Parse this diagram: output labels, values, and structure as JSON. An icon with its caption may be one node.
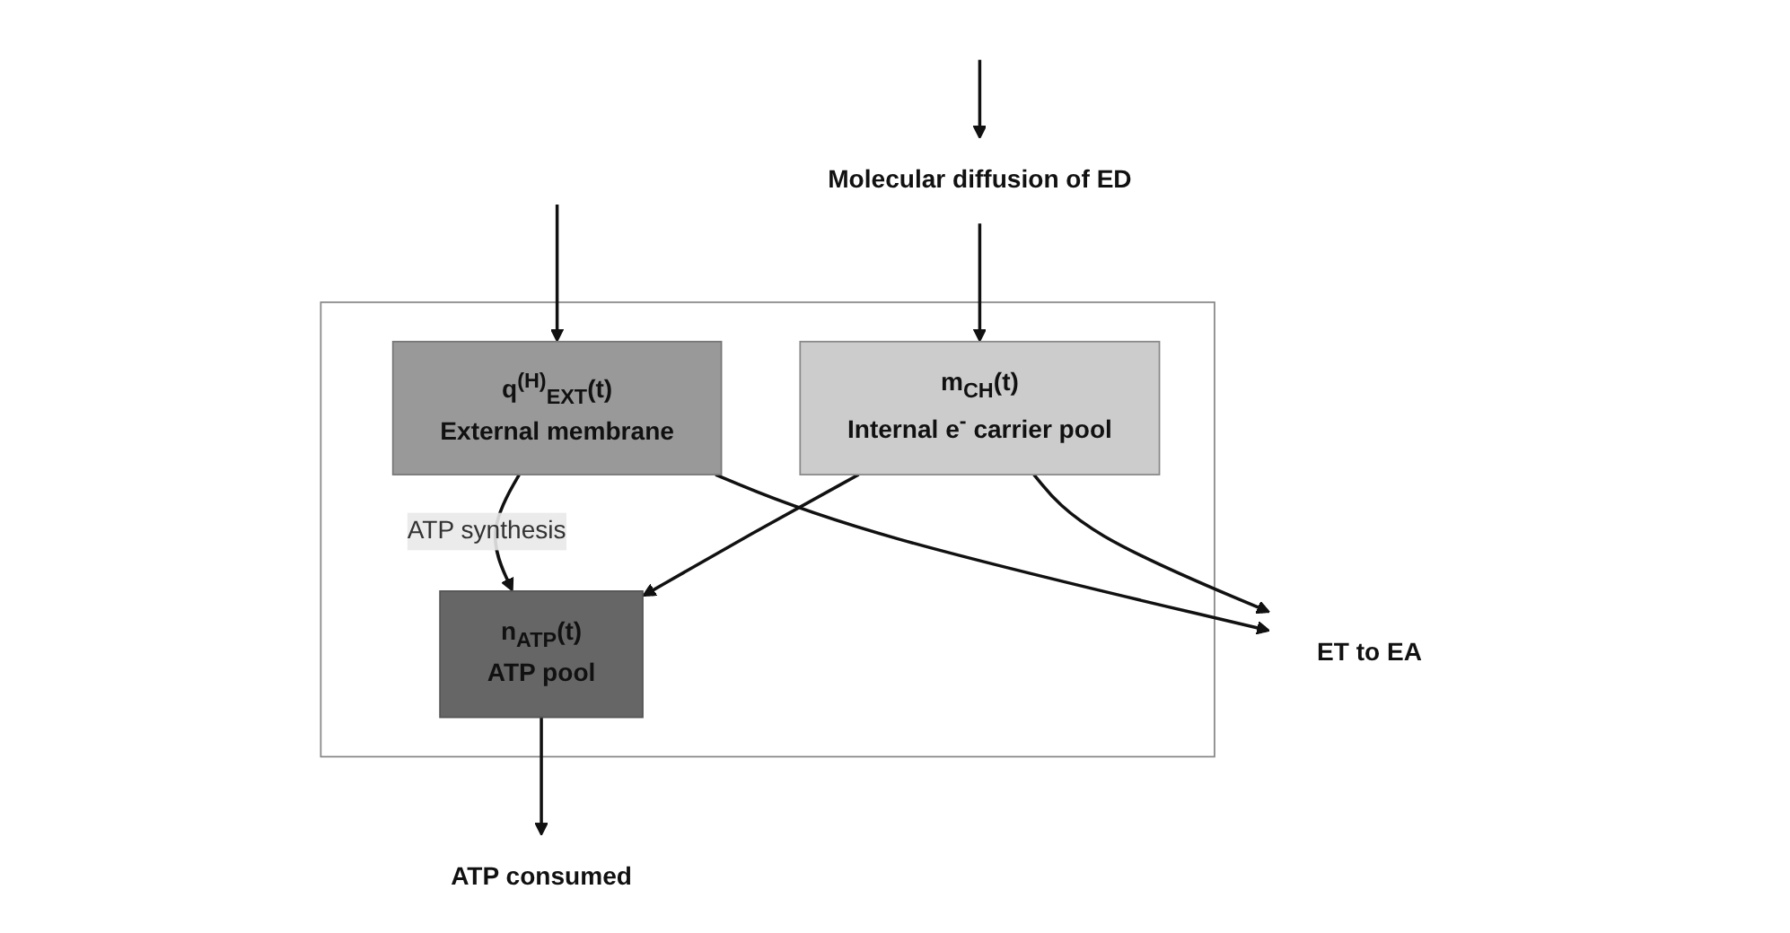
{
  "diagram": {
    "nodes": [
      {
        "text": [],
        "shape": "box"
      },
      {
        "text": [
          "Molecular diffusion of ED"
        ]
      },
      {
        "text": [
          "q$^{(H)}$$_{EXT}$(t)",
          "External membrane"
        ],
        "in": 0
      },
      {
        "text": [
          "m$_{CH}$(t)",
          "Internal e$^{-}$ carrier pool"
        ],
        "in": 0
      },
      {
        "text": [
          "n$_{ATP}$(t)",
          "ATP pool"
        ],
        "in": 0
      },
      {
        "text": [
          "ET to EA"
        ]
      },
      {
        "text": [
          "ATP consumed"
        ]
      }
    ],
    "edges": [
      {
        "from": null,
        "to": 1,
        "arrow": "to"
      },
      {
        "from": null,
        "to": 2,
        "arrow": "to"
      },
      {
        "from": 1,
        "to": 3,
        "arrow": "to"
      },
      {
        "from": 2,
        "to": 5,
        "arrow": "to"
      },
      {
        "from": 3,
        "to": 5,
        "arrow": "to"
      },
      {
        "from": 2,
        "to": 4,
        "arrow": "to",
        "label": "ATP synthesis"
      },
      {
        "from": 3,
        "to": 4,
        "arrow": "to"
      },
      {
        "from": 4,
        "to": 6,
        "arrow": "to"
      }
    ]
  }
}
